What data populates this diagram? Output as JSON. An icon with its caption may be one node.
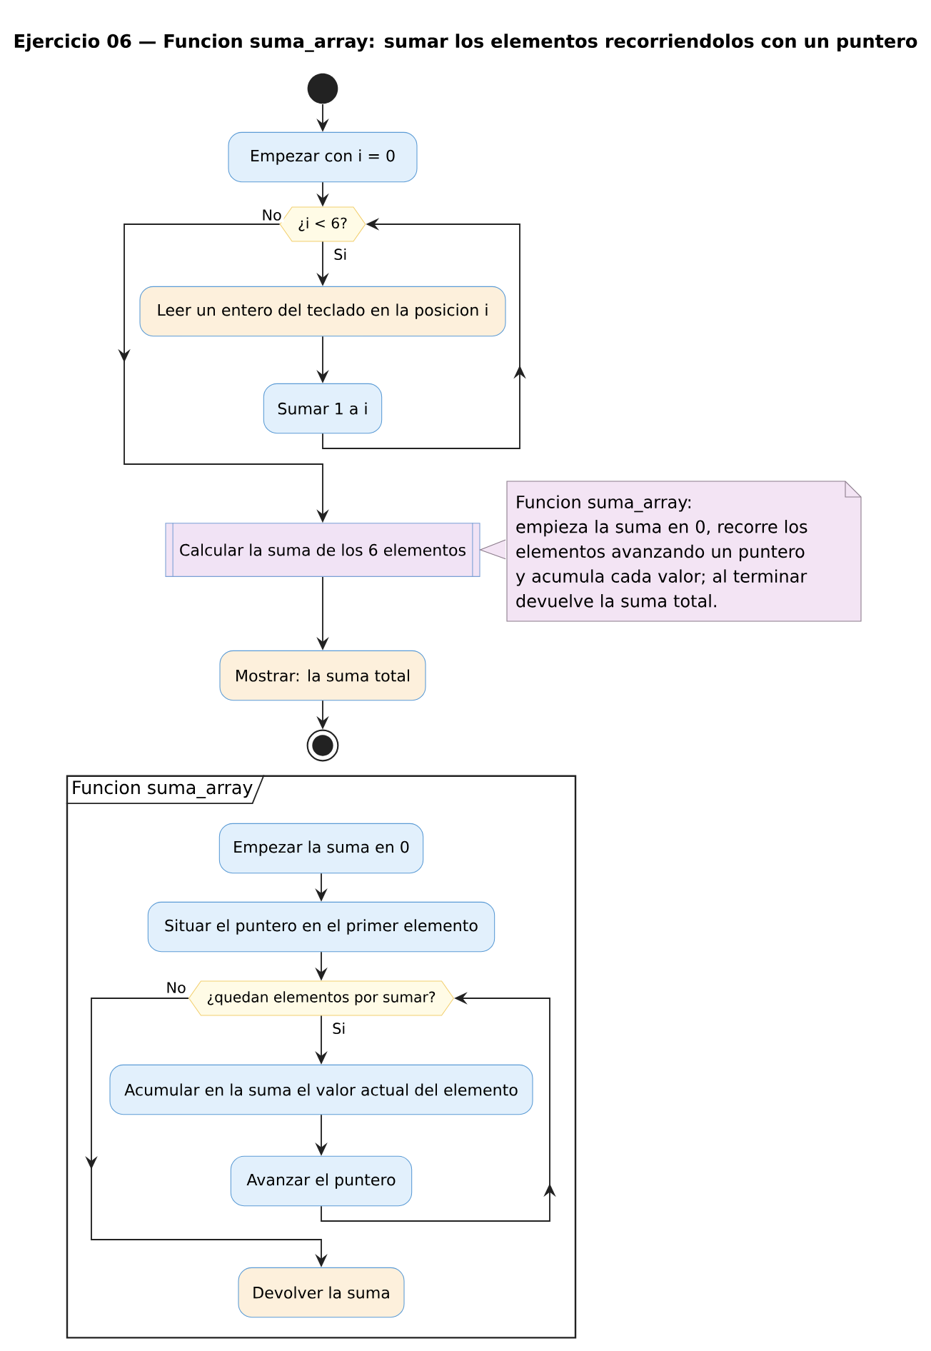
{
  "diagram": {
    "title": "Ejercicio 06 — Funcion suma_array: sumar los elementos recorriendolos con un puntero",
    "nodes": [
      {
        "text": [],
        "shape": "circle"
      },
      {
        "text": [
          "Empezar con i = 0"
        ]
      },
      {
        "text": [
          "¿i < 6?"
        ]
      },
      {
        "text": [
          "Leer un entero del teclado en la posicion i"
        ]
      },
      {
        "text": [
          "Sumar 1 a i"
        ]
      },
      {
        "text": [
          "Calcular la suma de los 6 elementos"
        ]
      },
      {
        "text": [
          "Funcion suma_array:",
          "empieza la suma en 0, recorre los elementos avanzando un puntero y acumula cada valor; al terminar devuelve la suma total."
        ]
      },
      {
        "text": [
          "Mostrar: la suma total"
        ]
      },
      {
        "text": [],
        "shape": "circle"
      },
      {
        "text": [
          "Funcion suma_array"
        ]
      },
      {
        "text": [
          "Empezar la suma en 0"
        ],
        "in": 9
      },
      {
        "text": [
          "Situar el puntero en el primer elemento"
        ],
        "in": 9
      },
      {
        "text": [
          "¿quedan elementos por sumar?"
        ],
        "in": 9
      },
      {
        "text": [
          "Acumular en la suma el valor actual del elemento"
        ],
        "in": 9
      },
      {
        "text": [
          "Avanzar el puntero"
        ],
        "in": 9
      },
      {
        "text": [
          "Devolver la suma"
        ],
        "in": 9
      }
    ],
    "edges": [
      {
        "from": 0,
        "to": 1,
        "arrow": "to"
      },
      {
        "from": 1,
        "to": 2,
        "arrow": "to"
      },
      {
        "from": 2,
        "to": 3,
        "arrow": "to",
        "label": "Si"
      },
      {
        "from": 3,
        "to": 4,
        "arrow": "to"
      },
      {
        "from": 4,
        "to": 2,
        "arrow": "to"
      },
      {
        "from": 2,
        "to": 5,
        "arrow": "to",
        "label": "No"
      },
      {
        "from": 6,
        "to": 5,
        "arrow": "to",
        "color": "#8a7a8a"
      },
      {
        "from": 5,
        "to": 7,
        "arrow": "to"
      },
      {
        "from": 7,
        "to": 8,
        "arrow": "to"
      },
      {
        "from": 10,
        "to": 11,
        "arrow": "to"
      },
      {
        "from": 11,
        "to": 12,
        "arrow": "to"
      },
      {
        "from": 12,
        "to": 13,
        "arrow": "to",
        "label": "Si"
      },
      {
        "from": 13,
        "to": 14,
        "arrow": "to"
      },
      {
        "from": 14,
        "to": 12,
        "arrow": "to"
      },
      {
        "from": 12,
        "to": 15,
        "arrow": "to",
        "label": "No"
      }
    ]
  }
}
